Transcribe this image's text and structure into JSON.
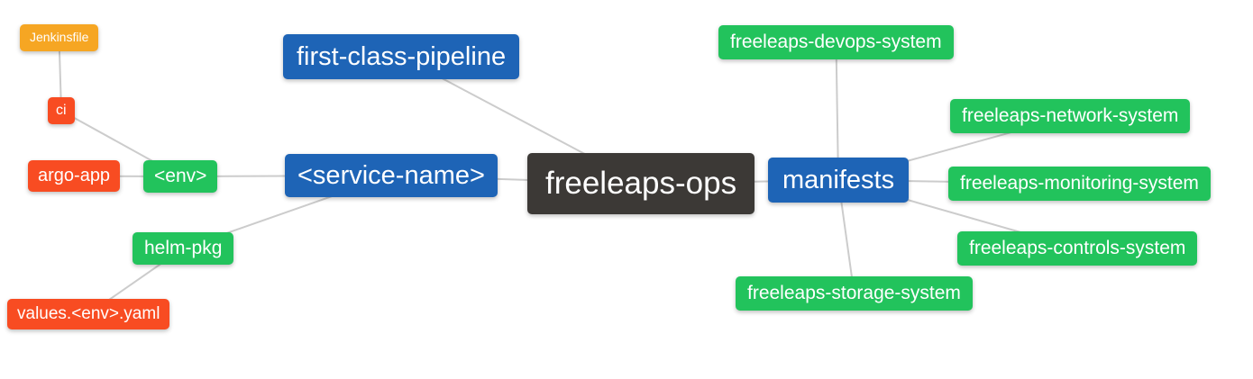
{
  "diagram": {
    "type": "mindmap",
    "root": "freeleaps-ops"
  },
  "palette": {
    "blue": "#1e64b6",
    "green": "#22c35c",
    "orange": "#f6a623",
    "red": "#f84c22",
    "dark": "#3c3936",
    "edge": "#cccccc",
    "text": "#ffffff",
    "background": "#ffffff"
  },
  "nodes": {
    "jenkinsfile": {
      "label": "Jenkinsfile",
      "color": "orange"
    },
    "ci": {
      "label": "ci",
      "color": "red"
    },
    "argo-app": {
      "label": "argo-app",
      "color": "red"
    },
    "env": {
      "label": "<env>",
      "color": "green"
    },
    "helm-pkg": {
      "label": "helm-pkg",
      "color": "green"
    },
    "values-env-yaml": {
      "label": "values.<env>.yaml",
      "color": "red"
    },
    "first-class-pipeline": {
      "label": "first-class-pipeline",
      "color": "blue"
    },
    "service-name": {
      "label": "<service-name>",
      "color": "blue"
    },
    "freeleaps-ops": {
      "label": "freeleaps-ops",
      "color": "dark"
    },
    "manifests": {
      "label": "manifests",
      "color": "blue"
    },
    "devops-system": {
      "label": "freeleaps-devops-system",
      "color": "green"
    },
    "network-system": {
      "label": "freeleaps-network-system",
      "color": "green"
    },
    "monitoring-system": {
      "label": "freeleaps-monitoring-system",
      "color": "green"
    },
    "controls-system": {
      "label": "freeleaps-controls-system",
      "color": "green"
    },
    "storage-system": {
      "label": "freeleaps-storage-system",
      "color": "green"
    }
  },
  "edges": [
    {
      "from": "jenkinsfile",
      "to": "ci"
    },
    {
      "from": "ci",
      "to": "env"
    },
    {
      "from": "argo-app",
      "to": "env"
    },
    {
      "from": "env",
      "to": "service-name"
    },
    {
      "from": "helm-pkg",
      "to": "service-name"
    },
    {
      "from": "values-env-yaml",
      "to": "helm-pkg"
    },
    {
      "from": "first-class-pipeline",
      "to": "freeleaps-ops"
    },
    {
      "from": "service-name",
      "to": "freeleaps-ops"
    },
    {
      "from": "freeleaps-ops",
      "to": "manifests"
    },
    {
      "from": "manifests",
      "to": "devops-system"
    },
    {
      "from": "manifests",
      "to": "network-system"
    },
    {
      "from": "manifests",
      "to": "monitoring-system"
    },
    {
      "from": "manifests",
      "to": "controls-system"
    },
    {
      "from": "manifests",
      "to": "storage-system"
    }
  ]
}
